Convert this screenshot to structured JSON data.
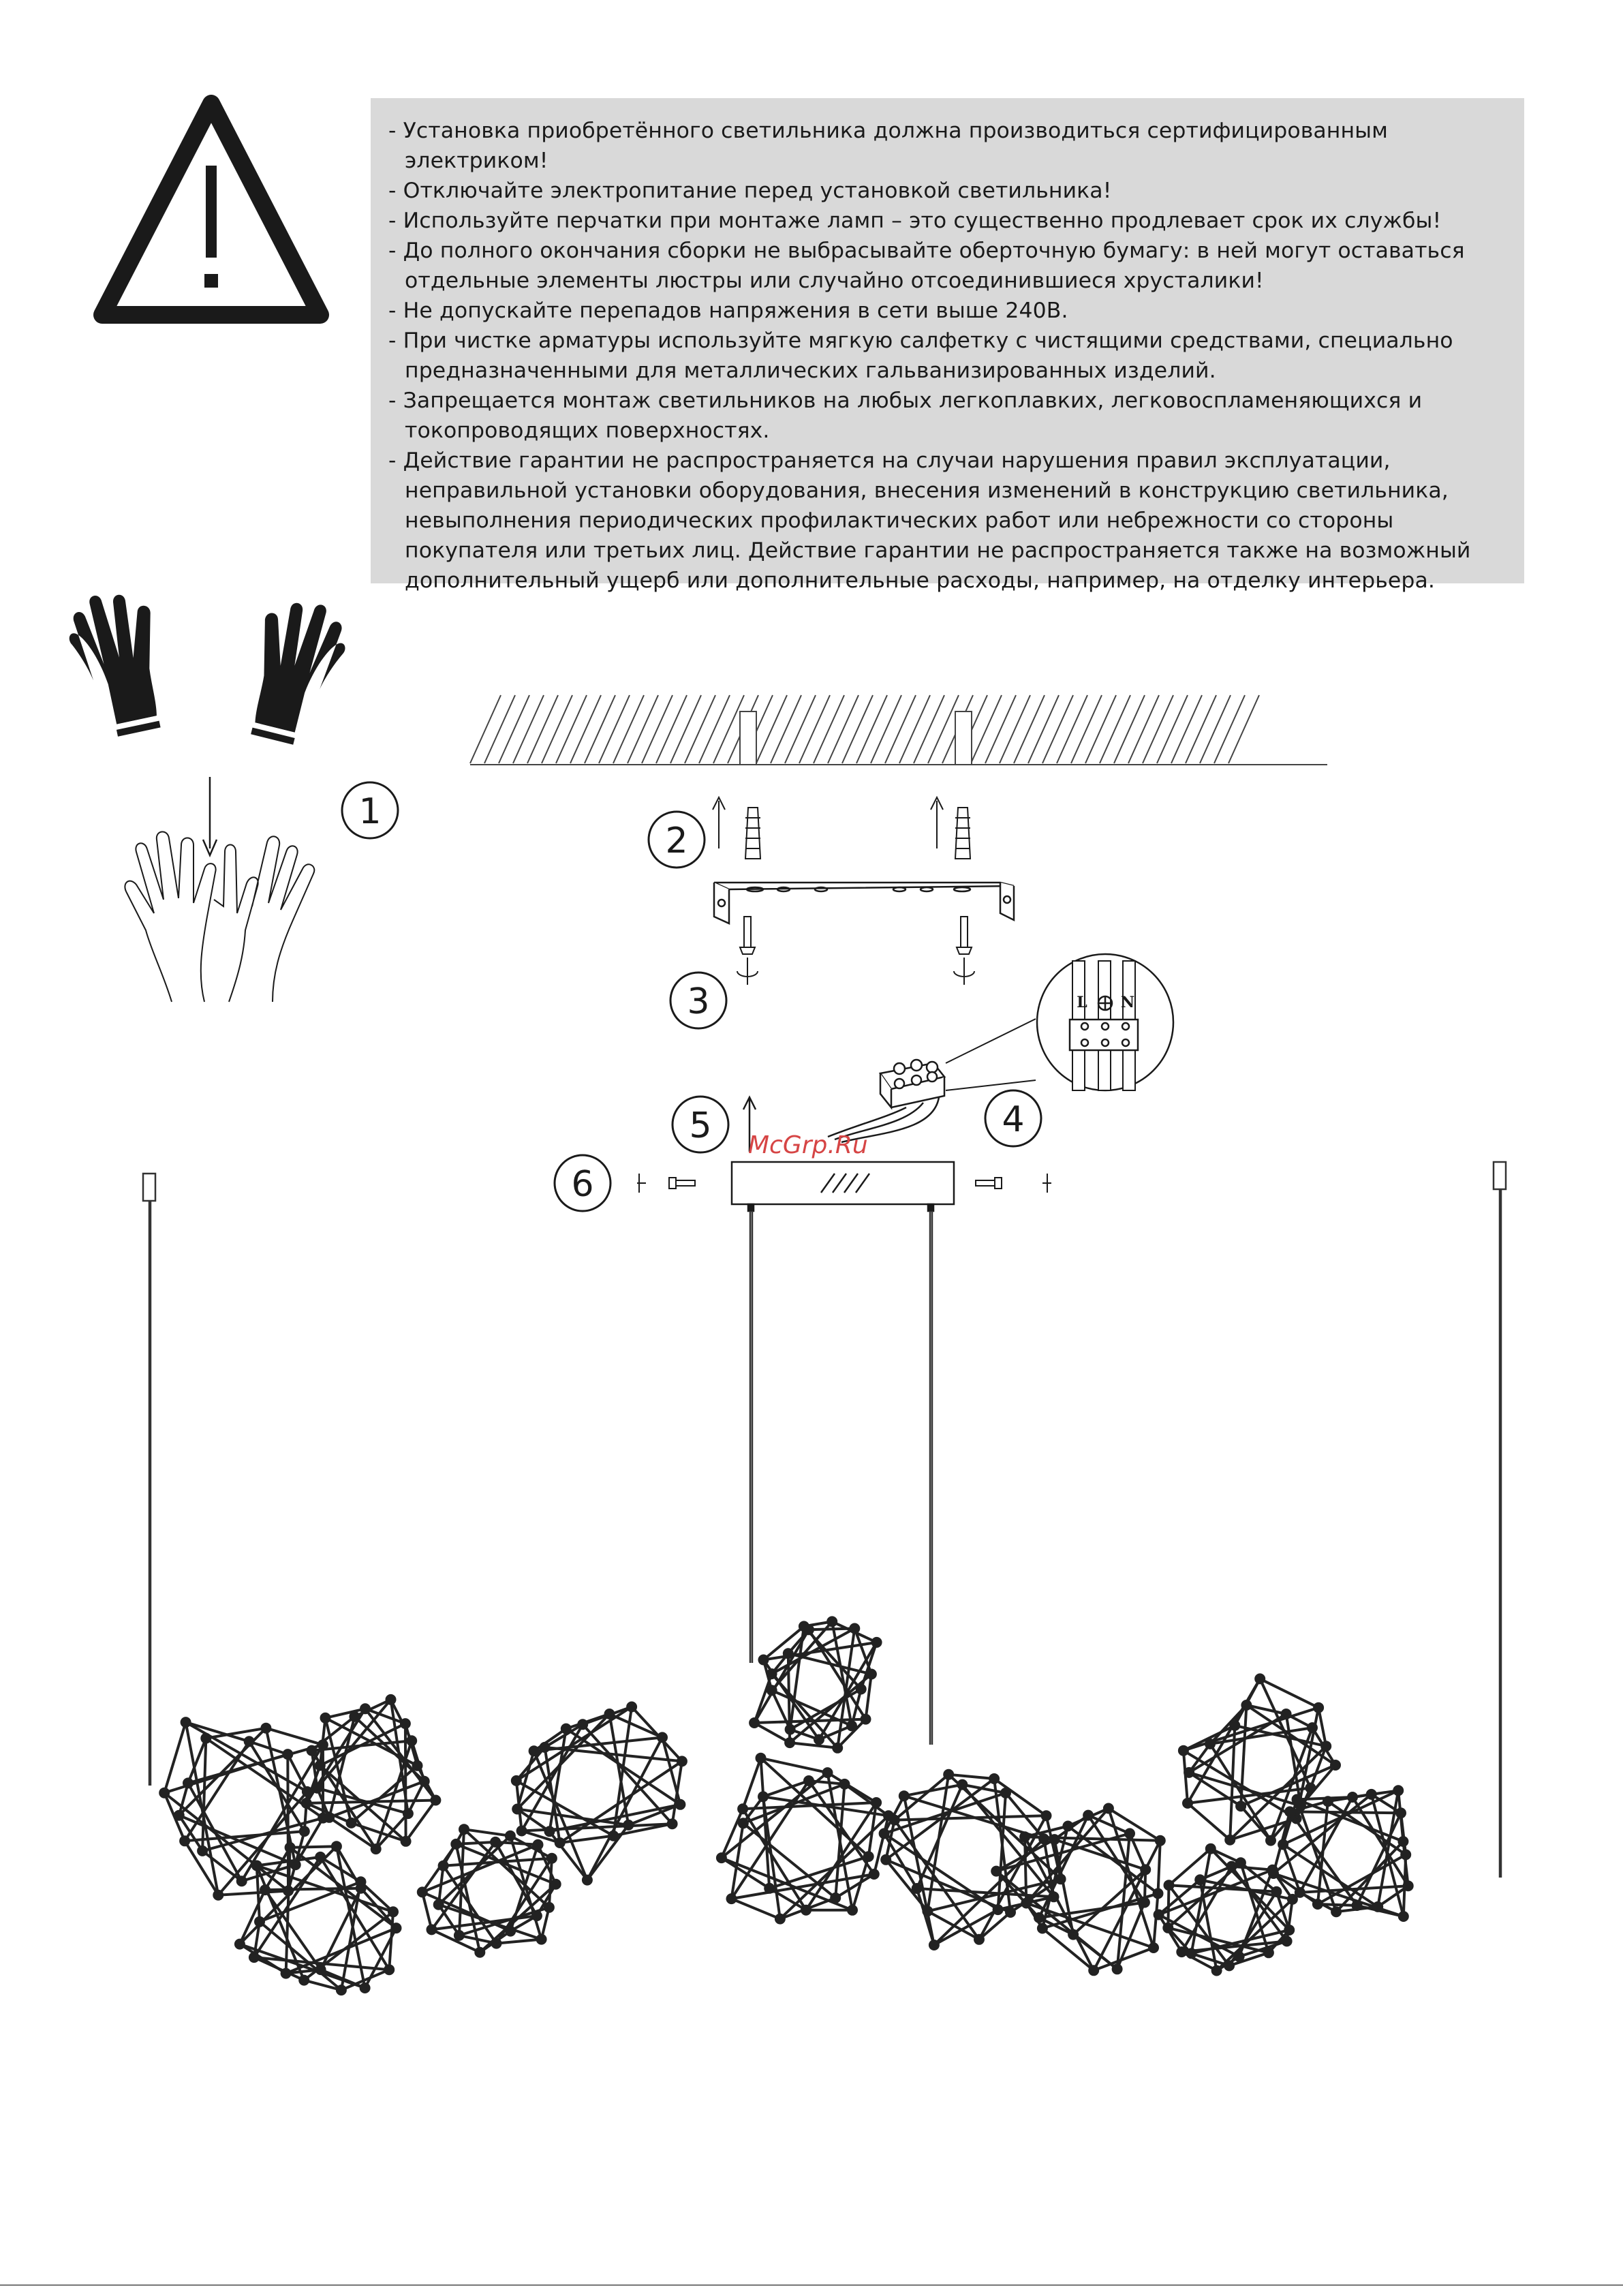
{
  "warning": {
    "icon": "warning-triangle-icon",
    "items": [
      "- Установка приобретённого светильника должна производиться сертифицированным электриком!",
      "- Отключайте электропитание перед установкой светильника!",
      "- Используйте перчатки при монтаже ламп – это существенно продлевает срок их службы!",
      "- До полного окончания сборки не выбрасывайте оберточную бумагу: в ней могут оставаться отдельные элементы люстры или случайно отсоединившиеся хрусталики!",
      "- Не допускайте перепадов напряжения в сети выше 240В.",
      "- При чистке арматуры используйте мягкую салфетку с чистящими средствами, специально предназначенными для металлических гальванизированных изделий.",
      "- Запрещается монтаж светильников на любых легкоплавких, легковоспламеняющихся и токопроводящих поверхностях.",
      "- Действие гарантии не распространяется на случаи нарушения правил эксплуатации, неправильной установки оборудования, внесения изменений в конструкцию светильника, невыполнения периодических профилактических работ или небрежности со стороны покупателя или третьих лиц. Действие гарантии не распространяется также на возможный дополнительный ущерб или дополнительные расходы, например, на отделку интерьера."
    ]
  },
  "steps": [
    "1",
    "2",
    "3",
    "4",
    "5",
    "6"
  ],
  "terminal_labels": {
    "live": "L",
    "neutral": "N"
  },
  "watermark": "McGrp.Ru",
  "icons": [
    "gloves-icon",
    "hands-icon",
    "arrow-down-icon",
    "ceiling-icon",
    "wall-anchor-icon",
    "mounting-bracket-icon",
    "screw-icon",
    "terminal-block-icon",
    "canopy-icon",
    "pendant-lamp-icon"
  ]
}
